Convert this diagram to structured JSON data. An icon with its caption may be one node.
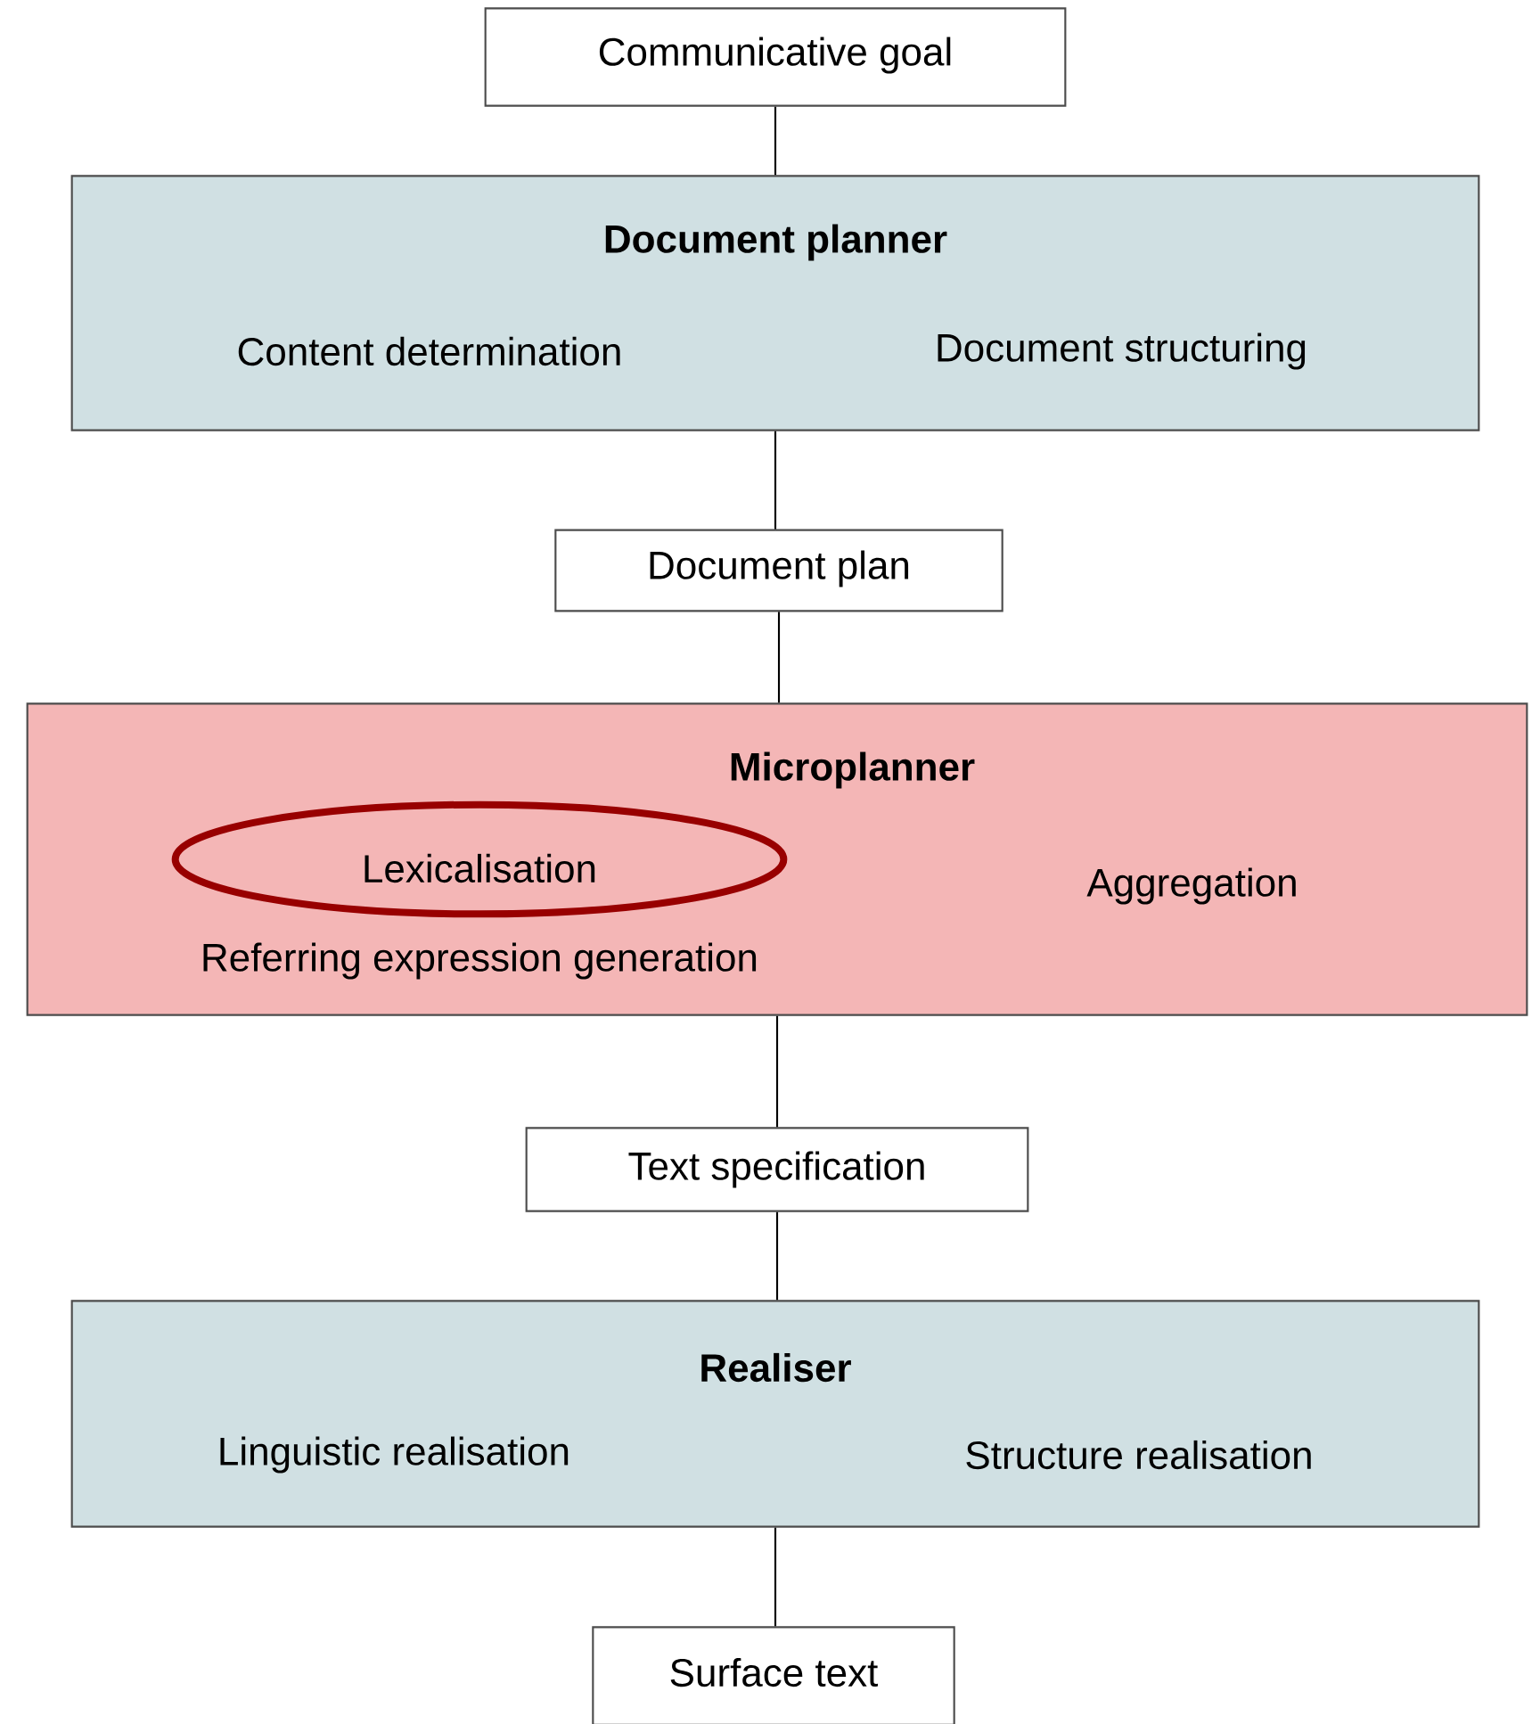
{
  "diagram": {
    "nodes": [
      {
        "text": [
          "Communicative goal"
        ]
      },
      {
        "text": [
          "Document planner",
          "Content determination",
          "Document structuring"
        ]
      },
      {
        "text": [
          "Document plan"
        ]
      },
      {
        "text": [
          "Microplanner",
          "Referring expression generation",
          "Aggregation"
        ]
      },
      {
        "text": [
          "Lexicalisation"
        ],
        "in": 3
      },
      {
        "text": [
          "Text specification"
        ]
      },
      {
        "text": [
          "Realiser",
          "Linguistic realisation",
          "Structure realisation"
        ]
      },
      {
        "text": [
          "Surface text"
        ]
      }
    ],
    "edges": [
      {
        "from": 0,
        "to": 1,
        "arrow": "none"
      },
      {
        "from": 1,
        "to": 2,
        "arrow": "none"
      },
      {
        "from": 2,
        "to": 3,
        "arrow": "none"
      },
      {
        "from": 3,
        "to": 5,
        "arrow": "none"
      },
      {
        "from": 5,
        "to": 6,
        "arrow": "none"
      },
      {
        "from": 6,
        "to": 7,
        "arrow": "none"
      }
    ]
  }
}
